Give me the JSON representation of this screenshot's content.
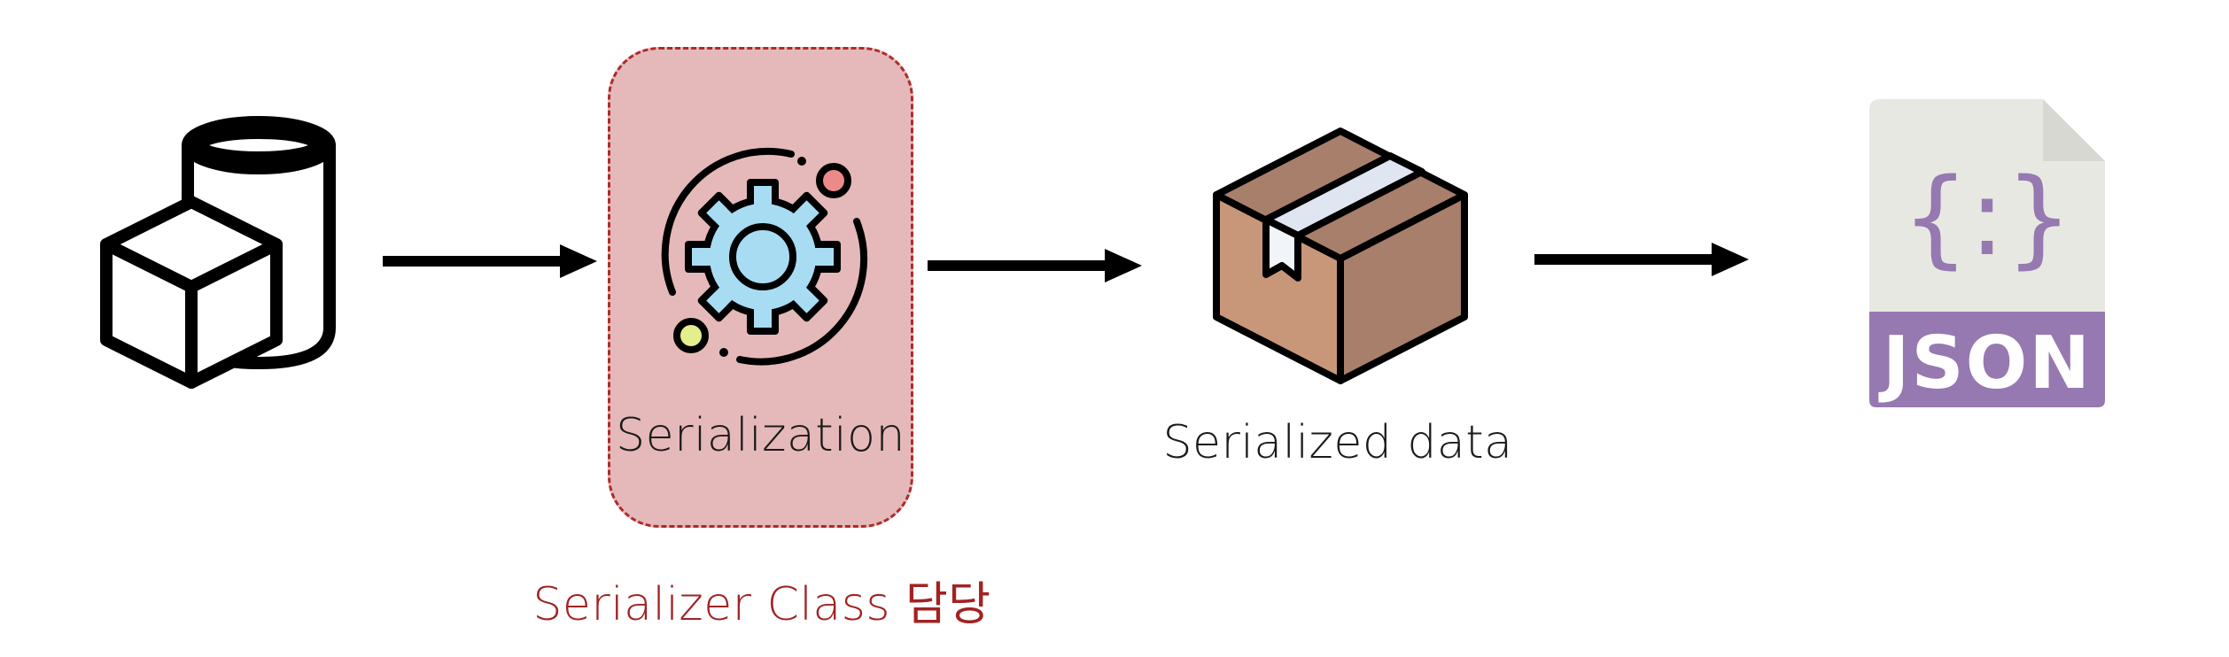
{
  "diagram": {
    "nodes": {
      "source": {
        "icon": "database-object-icon"
      },
      "serialization": {
        "icon": "gear-process-icon",
        "label": "Serialization"
      },
      "serialized_data": {
        "icon": "package-box-icon",
        "label": "Serialized data"
      },
      "json_file": {
        "icon": "json-file-icon",
        "braces_text": "{:}",
        "badge_text": "JSON"
      }
    },
    "highlight_note": "Serializer Class 담당",
    "colors": {
      "highlight_fill": "#e5b9b9",
      "highlight_border": "#b02a2a",
      "note_text": "#a22222",
      "gear_fill": "#a8dcf3",
      "box_light": "#c8977a",
      "box_dark": "#a87f6b",
      "json_badge": "#9579b0",
      "json_page": "#e8e8e2",
      "json_fold": "#d8d8d2"
    }
  }
}
